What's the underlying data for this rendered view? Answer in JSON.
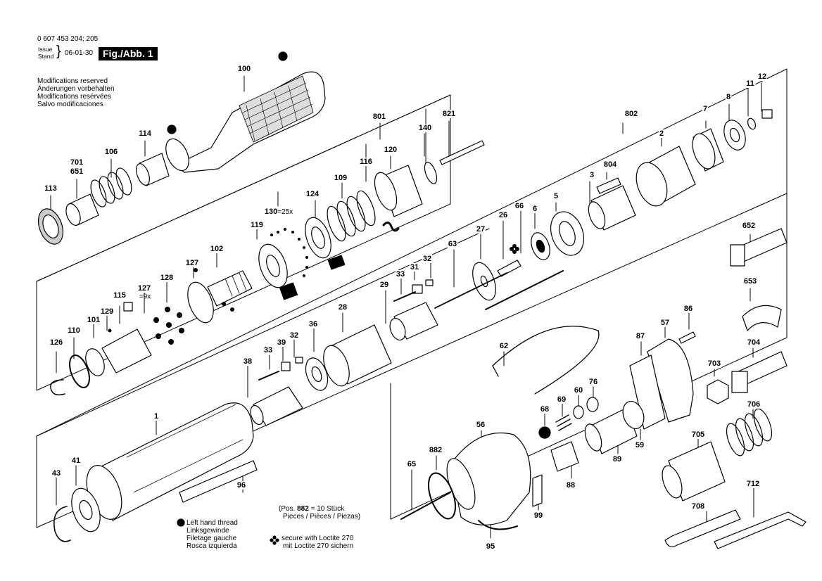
{
  "header": {
    "doc_number": "0 607 453 204; 205",
    "issue_label": "Issue",
    "stand_label": "Stand",
    "date": "06-01-30",
    "figure_label": "Fig./Abb. 1"
  },
  "notice": [
    "Modifications reserved",
    "Änderungen vorbehalten",
    "Modifications resérvées",
    "Salvo modificaciones"
  ],
  "legend": {
    "left_hand_lines": [
      "Left hand thread",
      "Linksgewinde",
      "Filetage gauche",
      "Rosca izquierda"
    ],
    "loctite_lines": [
      "secure with Loctite 270",
      "mit Loctite 270 sichern"
    ],
    "pos_note_line1_pre": "(Pos.",
    "pos_note_num": "882",
    "pos_note_line1_post": "= 10 Stück",
    "pos_note_line2": "Pieces / Pièces / Piezas)"
  },
  "part_labels": {
    "p100": "100",
    "p114": "114",
    "p106": "106",
    "p701": "701",
    "p651": "651",
    "p113": "113",
    "p801": "801",
    "p821": "821",
    "p140": "140",
    "p120": "120",
    "p116": "116",
    "p109": "109",
    "p124": "124",
    "p130": "130",
    "p130_note": "=25x",
    "p119": "119",
    "p102": "102",
    "p127a": "127",
    "p128": "128",
    "p127b": "127",
    "p127b_note": "=9x",
    "p115": "115",
    "p129": "129",
    "p101": "101",
    "p110": "110",
    "p126": "126",
    "p802": "802",
    "p2": "2",
    "p7": "7",
    "p8": "8",
    "p11": "11",
    "p12": "12",
    "p804": "804",
    "p3": "3",
    "p5": "5",
    "p6": "6",
    "p66": "66",
    "p26": "26",
    "p27": "27",
    "p63": "63",
    "p32a": "32",
    "p31": "31",
    "p33a": "33",
    "p29": "29",
    "p28": "28",
    "p36": "36",
    "p39": "39",
    "p32b": "32",
    "p33b": "33",
    "p38": "38",
    "p1": "1",
    "p41": "41",
    "p43": "43",
    "p96": "96",
    "p652": "652",
    "p653": "653",
    "p86": "86",
    "p57": "57",
    "p87": "87",
    "p704": "704",
    "p703": "703",
    "p706": "706",
    "p62": "62",
    "p76": "76",
    "p60": "60",
    "p69": "69",
    "p68": "68",
    "p56": "56",
    "p59": "59",
    "p89": "89",
    "p88": "88",
    "p882": "882",
    "p65": "65",
    "p99": "99",
    "p95": "95",
    "p705": "705",
    "p708": "708",
    "p712": "712"
  }
}
